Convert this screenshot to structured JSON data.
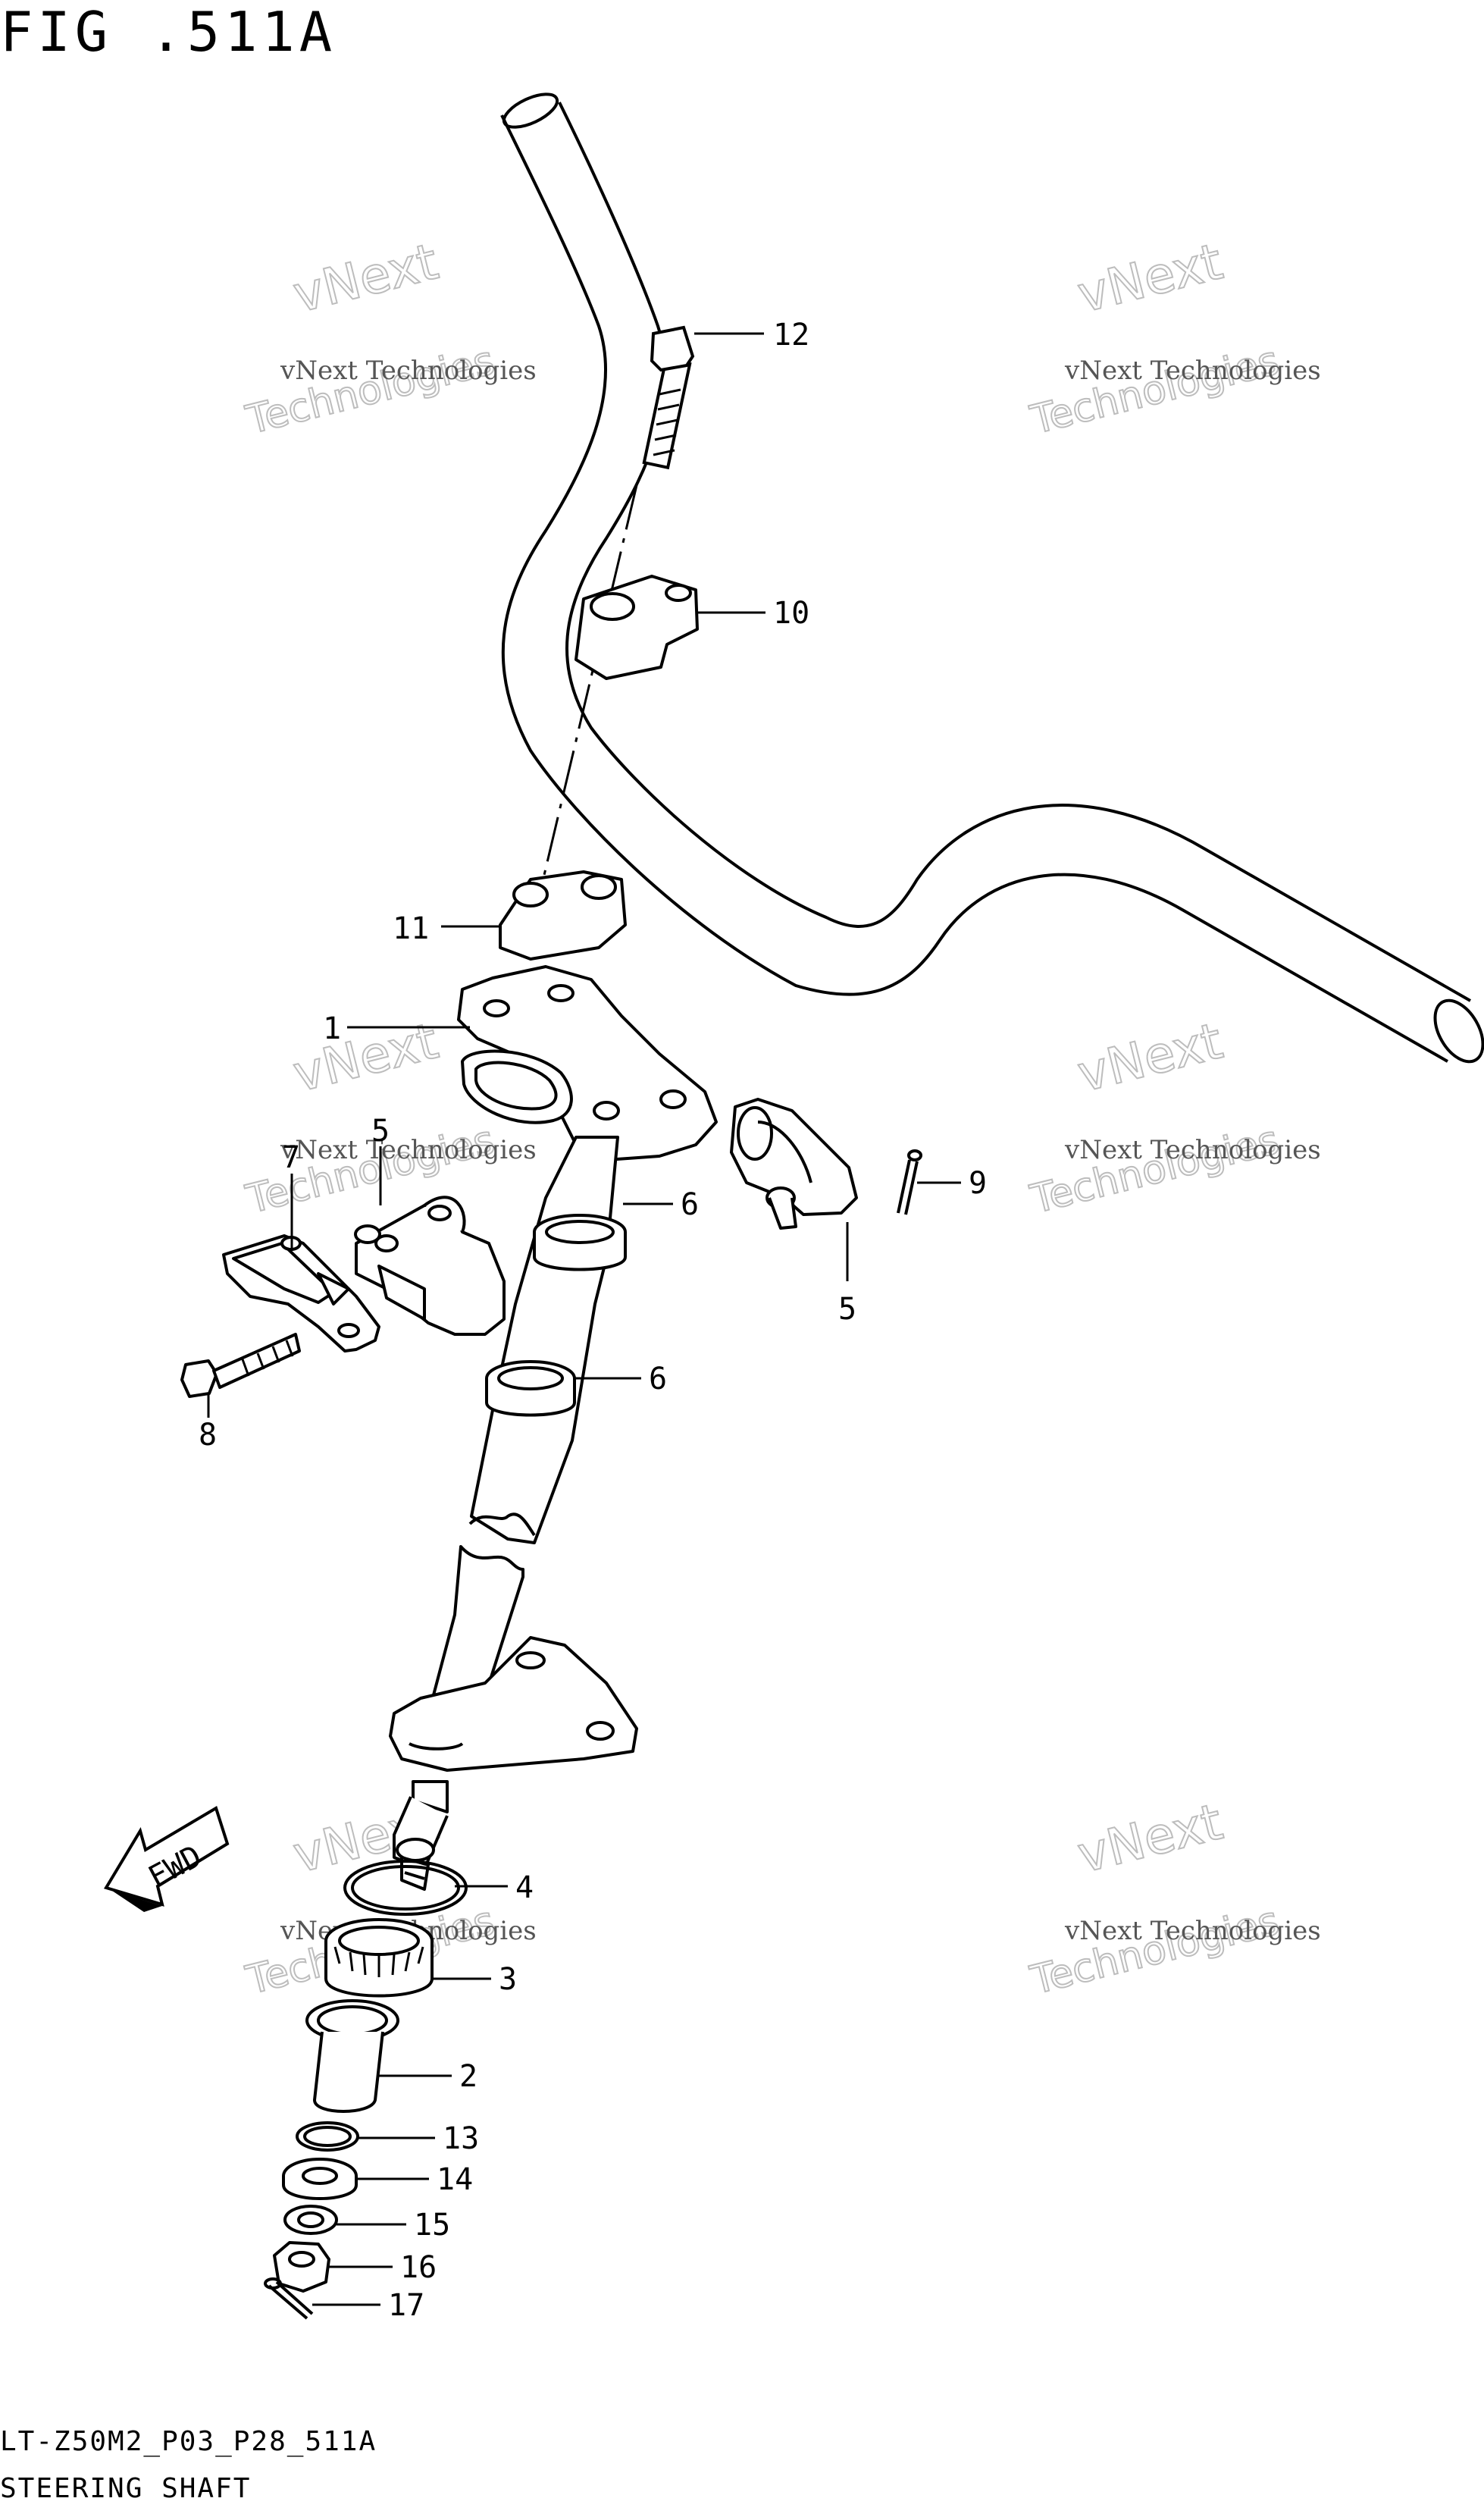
{
  "figure": {
    "title": "FIG .511A",
    "code": "LT-Z50M2_P03_P28_511A",
    "subtitle": "STEERING SHAFT"
  },
  "fwd_label": "FWD",
  "watermark": {
    "line1": "vNext Technologies",
    "line2": "vNext",
    "line3": "Technologies"
  },
  "callouts": [
    {
      "id": "c1",
      "text": "1"
    },
    {
      "id": "c2",
      "text": "2"
    },
    {
      "id": "c3",
      "text": "3"
    },
    {
      "id": "c4",
      "text": "4"
    },
    {
      "id": "c5a",
      "text": "5"
    },
    {
      "id": "c5b",
      "text": "5"
    },
    {
      "id": "c6a",
      "text": "6"
    },
    {
      "id": "c6b",
      "text": "6"
    },
    {
      "id": "c7",
      "text": "7"
    },
    {
      "id": "c8",
      "text": "8"
    },
    {
      "id": "c9",
      "text": "9"
    },
    {
      "id": "c10",
      "text": "10"
    },
    {
      "id": "c11",
      "text": "11"
    },
    {
      "id": "c12",
      "text": "12"
    },
    {
      "id": "c13",
      "text": "13"
    },
    {
      "id": "c14",
      "text": "14"
    },
    {
      "id": "c15",
      "text": "15"
    },
    {
      "id": "c16",
      "text": "16"
    },
    {
      "id": "c17",
      "text": "17"
    }
  ]
}
